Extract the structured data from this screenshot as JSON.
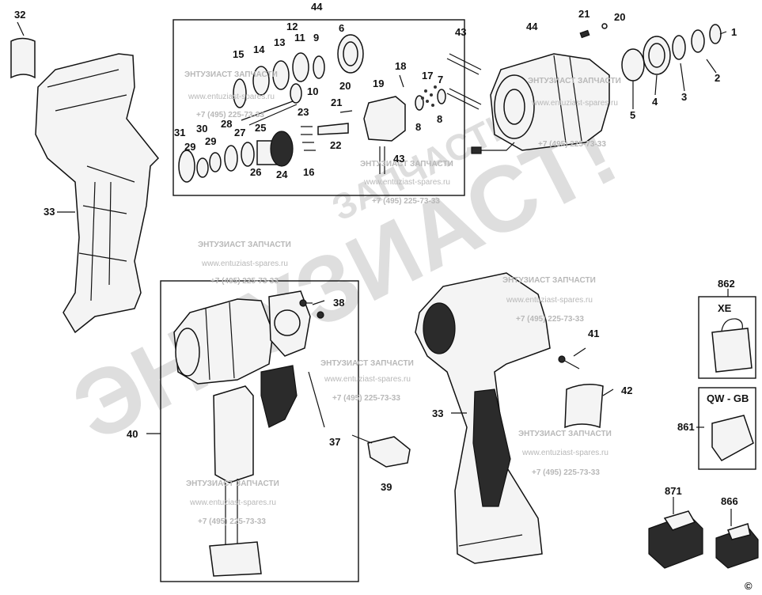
{
  "watermark": {
    "big_text": "ЭНТУЗИАСТ!",
    "small_big_text": "ЗАПЧАСТИ",
    "company": "ЭНТУЗИАСТ ЗАПЧАСТИ",
    "url": "www.entuziast-spares.ru",
    "phone": "+7 (495) 225-73-33"
  },
  "labels": {
    "n32": "32",
    "n33a": "33",
    "n33b": "33",
    "n44a": "44",
    "n44b": "44",
    "n6": "6",
    "n12": "12",
    "n13": "13",
    "n11": "11",
    "n9": "9",
    "n14": "14",
    "n15": "15",
    "n20a": "20",
    "n10": "10",
    "n21a": "21",
    "n23": "23",
    "n31": "31",
    "n30": "30",
    "n29a": "29",
    "n29b": "29",
    "n28": "28",
    "n27": "27",
    "n25": "25",
    "n26": "26",
    "n24": "24",
    "n16": "16",
    "n22": "22",
    "n18": "18",
    "n19": "19",
    "n17": "17",
    "n7": "7",
    "n8a": "8",
    "n8b": "8",
    "n43a": "43",
    "n43b": "43",
    "n21b": "21",
    "n20b": "20",
    "n1": "1",
    "n2": "2",
    "n3": "3",
    "n4": "4",
    "n5": "5",
    "n38": "38",
    "n40": "40",
    "n37": "37",
    "n39": "39",
    "n41": "41",
    "n42": "42",
    "n862": "862",
    "n861": "861",
    "n871": "871",
    "n866": "866"
  },
  "kits": {
    "xe": "XE",
    "qwgb": "QW - GB"
  },
  "copyright": "©"
}
